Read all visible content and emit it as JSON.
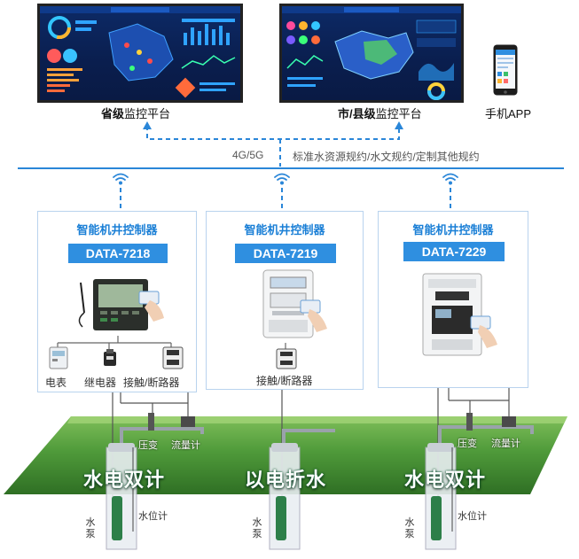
{
  "platforms": {
    "provincial": {
      "bold": "省级",
      "rest": "监控平台"
    },
    "city": {
      "bold": "市/县级",
      "rest": "监控平台"
    },
    "mobile": {
      "label": "手机APP"
    }
  },
  "communication": {
    "network": "4G/5G",
    "protocols": "标准水资源规约/水文规约/定制其他规约"
  },
  "controllers": [
    {
      "title": "智能机井控制器",
      "model": "DATA-7218",
      "components": [
        "电表",
        "继电器",
        "接触/断路器"
      ]
    },
    {
      "title": "智能机井控制器",
      "model": "DATA-7219",
      "components": [
        "接触/断路器"
      ]
    },
    {
      "title": "智能机井控制器",
      "model": "DATA-7229",
      "components": []
    }
  ],
  "modes": [
    "水电双计",
    "以电折水",
    "水电双计"
  ],
  "field": {
    "pressure_transmitter": "压变",
    "flow_meter": "流量计",
    "pump": "水泵",
    "water_level_meter": "水位计"
  },
  "colors": {
    "accent_blue": "#2f8fe0",
    "title_blue": "#1a7fd6",
    "bus_line": "#2a86d8",
    "grass": "#4f9a3a"
  }
}
